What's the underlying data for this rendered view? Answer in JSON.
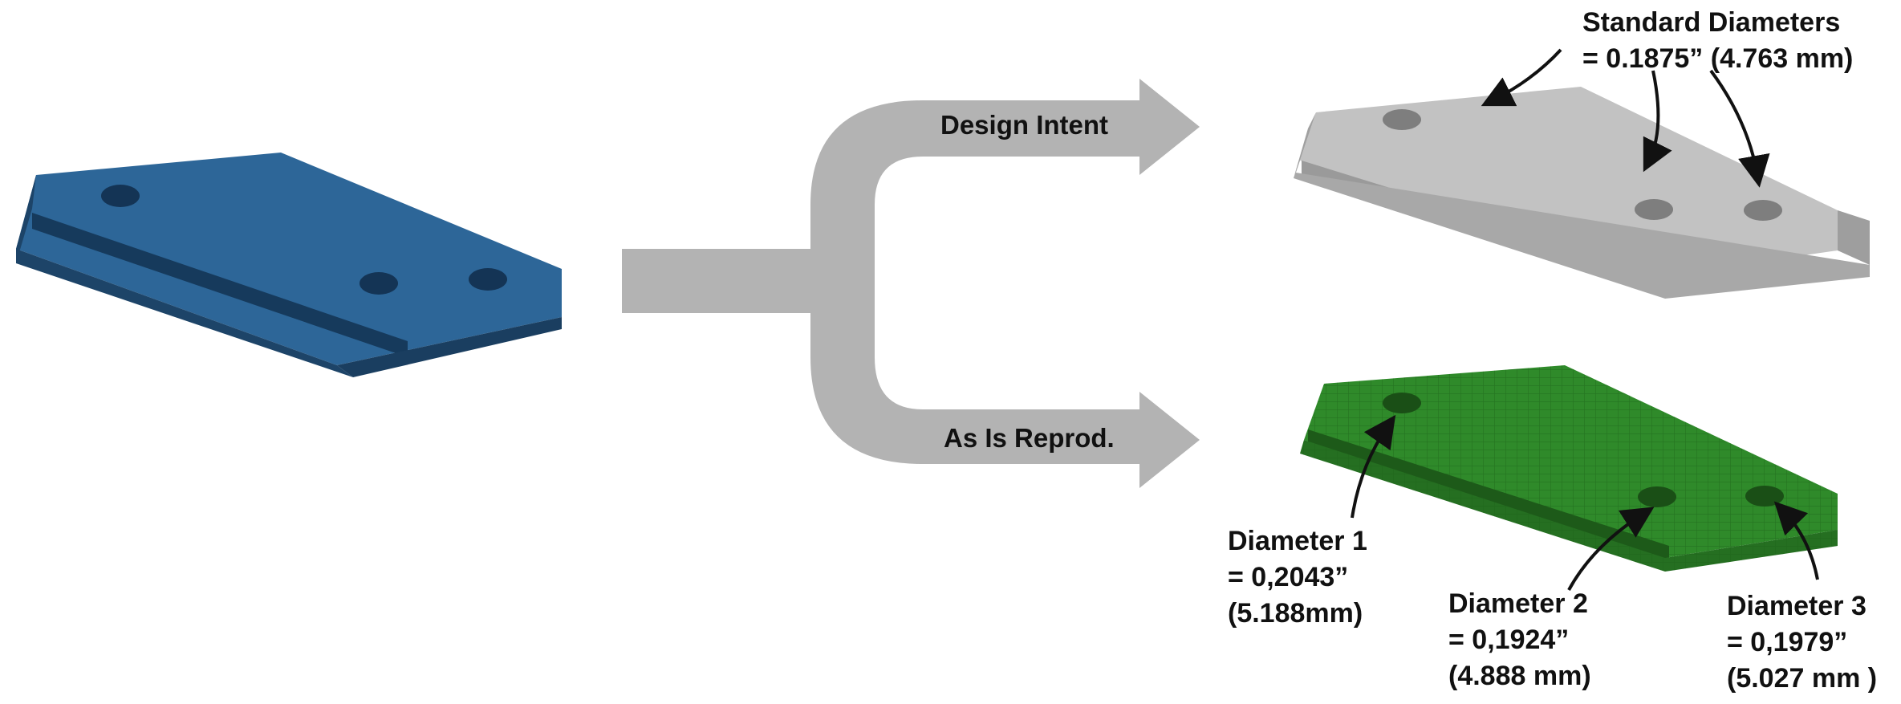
{
  "branches": {
    "design_intent": "Design Intent",
    "as_is": "As Is Reprod."
  },
  "annotations": {
    "standard": {
      "line1": "Standard Diameters",
      "line2": "= 0.1875” (4.763 mm)"
    },
    "d1": {
      "line1": "Diameter 1",
      "line2": "= 0,2043”",
      "line3": "(5.188mm)"
    },
    "d2": {
      "line1": "Diameter 2",
      "line2": "= 0,1924”",
      "line3": "(4.888 mm)"
    },
    "d3": {
      "line1": "Diameter 3",
      "line2": "= 0,1979”",
      "line3": "(5.027 mm )"
    }
  },
  "colors": {
    "blue_part": "#2a5e8f",
    "gray_part": "#b9b9b9",
    "green_part": "#2f8a2a",
    "arrow": "#b3b3b3",
    "text": "#111111"
  },
  "icons": {
    "original_part": "blue-cad-part",
    "design_part": "gray-cad-part",
    "scanned_part": "green-mesh-part"
  }
}
